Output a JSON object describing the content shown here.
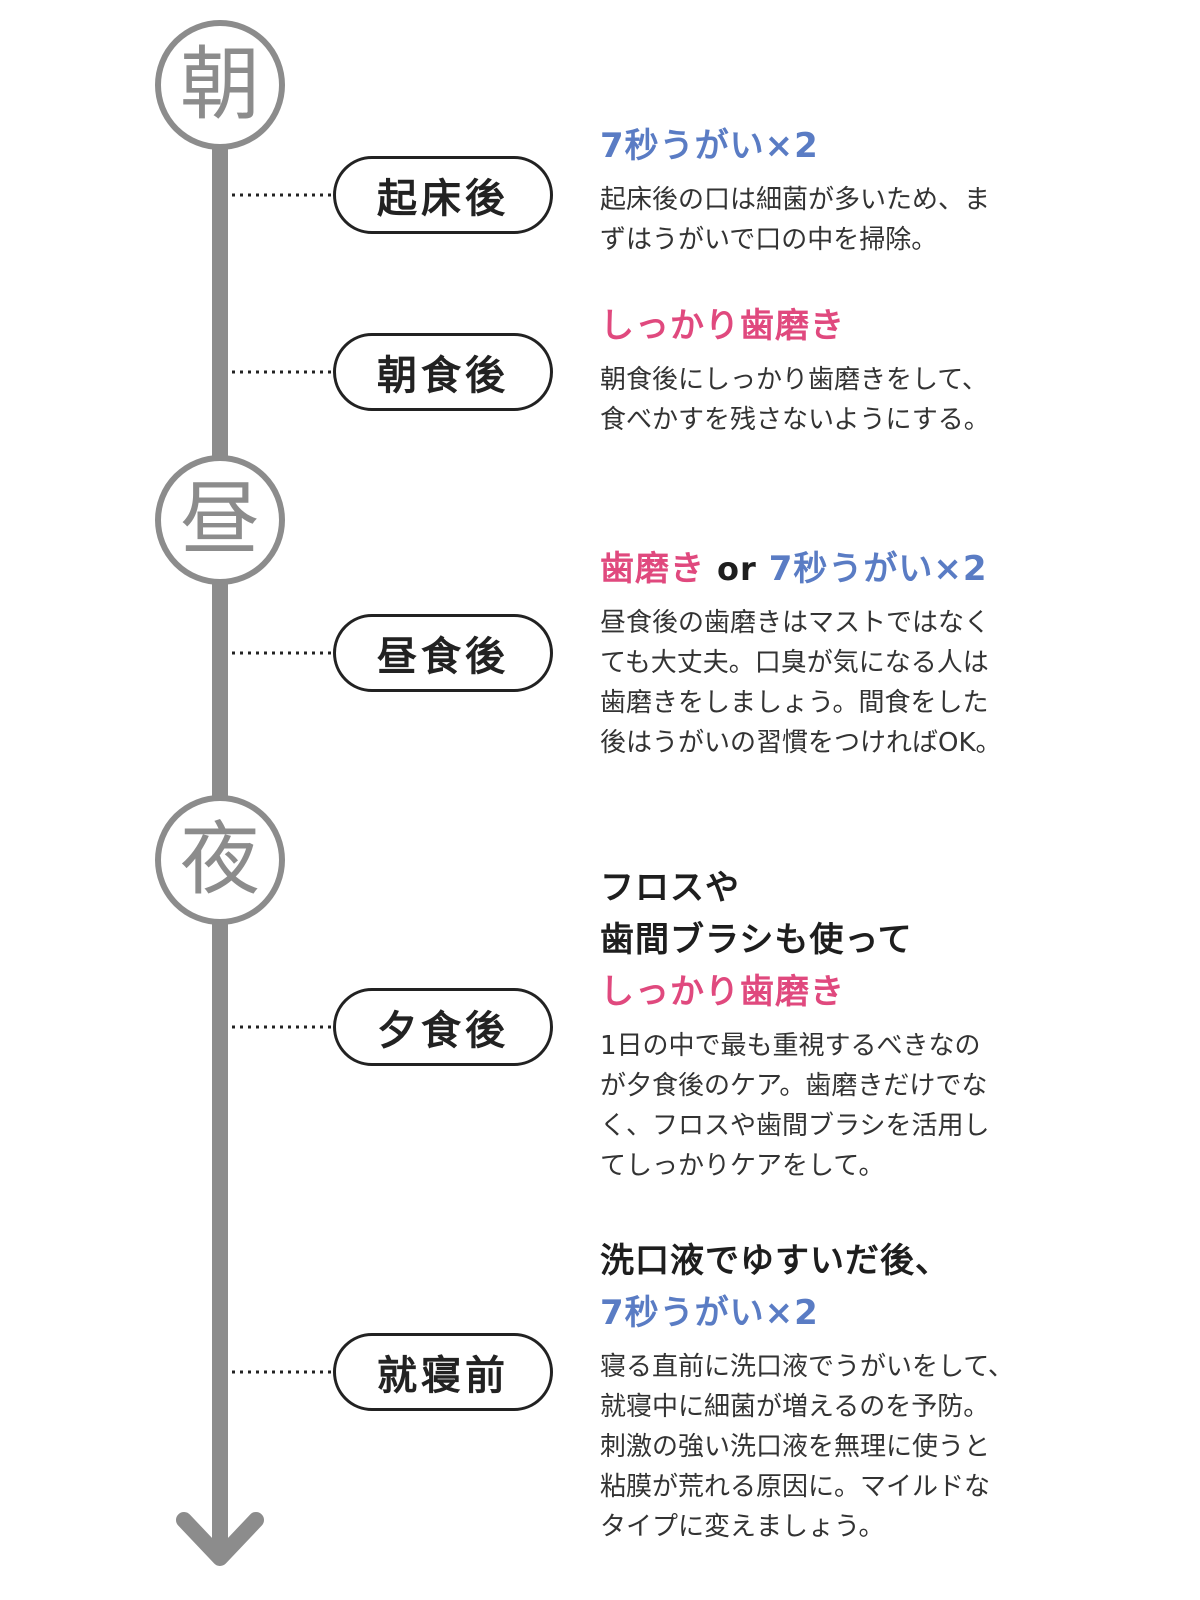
{
  "periods": {
    "morning": "朝",
    "noon": "昼",
    "night": "夜"
  },
  "events": [
    {
      "label": "起床後",
      "heading": [
        [
          {
            "text": "7秒うがい×2",
            "color": "blue"
          }
        ]
      ],
      "description": "起床後の口は細菌が多いため、ま\nずはうがいで口の中を掃除。"
    },
    {
      "label": "朝食後",
      "heading": [
        [
          {
            "text": "しっかり歯磨き",
            "color": "pink"
          }
        ]
      ],
      "description": "朝食後にしっかり歯磨きをして、\n食べかすを残さないようにする。"
    },
    {
      "label": "昼食後",
      "heading": [
        [
          {
            "text": "歯磨き",
            "color": "pink"
          },
          {
            "text": "or",
            "color": "or"
          },
          {
            "text": "7秒うがい×2",
            "color": "blue"
          }
        ]
      ],
      "description": "昼食後の歯磨きはマストではなく\nても大丈夫。口臭が気になる人は\n歯磨きをしましょう。間食をした\n後はうがいの習慣をつければOK。"
    },
    {
      "label": "夕食後",
      "heading": [
        [
          {
            "text": "フロスや",
            "color": "black"
          }
        ],
        [
          {
            "text": "歯間ブラシも使って",
            "color": "black"
          }
        ],
        [
          {
            "text": "しっかり歯磨き",
            "color": "pink"
          }
        ]
      ],
      "description": "1日の中で最も重視するべきなの\nが夕食後のケア。歯磨きだけでな\nく、フロスや歯間ブラシを活用し\nてしっかりケアをして。"
    },
    {
      "label": "就寝前",
      "heading": [
        [
          {
            "text": "洗口液でゆすいだ後、",
            "color": "black"
          }
        ],
        [
          {
            "text": "7秒うがい×2",
            "color": "blue"
          }
        ]
      ],
      "description": "寝る直前に洗口液でうがいをして、\n就寝中に細菌が増えるのを予防。\n刺激の強い洗口液を無理に使うと\n粘膜が荒れる原因に。マイルドな\nタイプに変えましょう。"
    }
  ],
  "colors": {
    "timeline": "#8c8c8c",
    "blue": "#5a7cc4",
    "pink": "#e0497e",
    "black": "#1e1e1e",
    "or": "#1e1e1e"
  }
}
